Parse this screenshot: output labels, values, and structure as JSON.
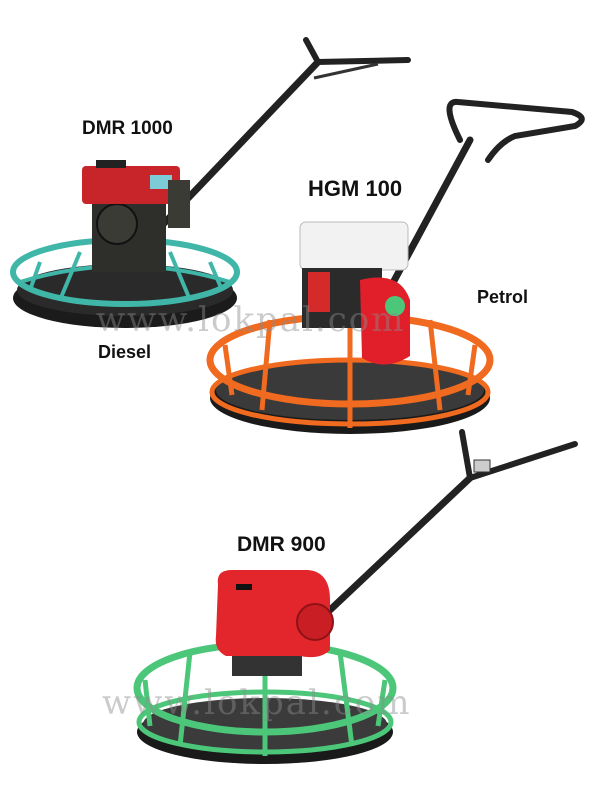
{
  "machines": [
    {
      "model": "DMR 1000",
      "fuel": "Diesel"
    },
    {
      "model": "HGM 100",
      "fuel": "Petrol"
    },
    {
      "model": "DMR 900"
    }
  ],
  "watermark": "www.lokpal.com",
  "colors": {
    "dmr1000_engine": "#c8252b",
    "dmr1000_guard": "#3fb6a8",
    "hgm100_engine": "#e11f2a",
    "hgm100_guard": "#f06a1f",
    "dmr900_motor": "#e2262c",
    "dmr900_guard": "#4cc779",
    "frame": "#1e1e1e"
  }
}
